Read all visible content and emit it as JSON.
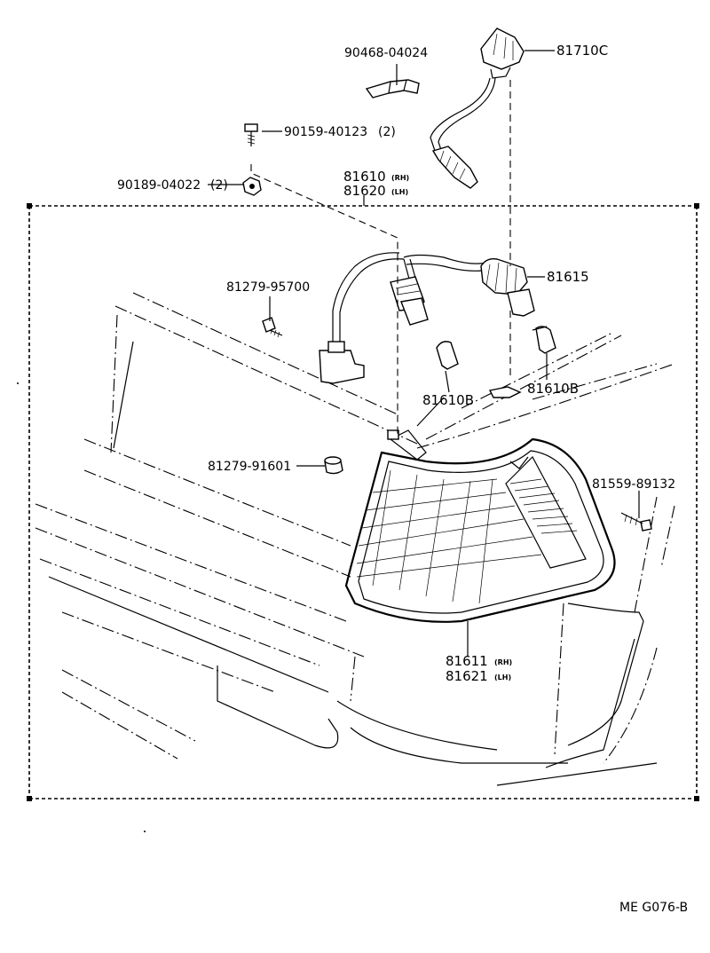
{
  "diagram": {
    "code": "ME G076-B",
    "parts": {
      "harness_socket": "81710C",
      "clamp": "90468-04024",
      "screw_a": "90159-40123",
      "screw_a_qty": "(2)",
      "nut": "90189-04022",
      "nut_qty": "(2)",
      "lamp_rh": "81610",
      "lamp_rh_side": "(RH)",
      "lamp_lh": "81620",
      "lamp_lh_side": "(LH)",
      "screw_b": "81279-95700",
      "socket": "81615",
      "bulb_left": "81610B",
      "bulb_right": "81610B",
      "cushion": "81279-91601",
      "screw_c": "81559-89132",
      "lens_rh": "81611",
      "lens_rh_side": "(RH)",
      "lens_lh": "81621",
      "lens_lh_side": "(LH)"
    }
  }
}
